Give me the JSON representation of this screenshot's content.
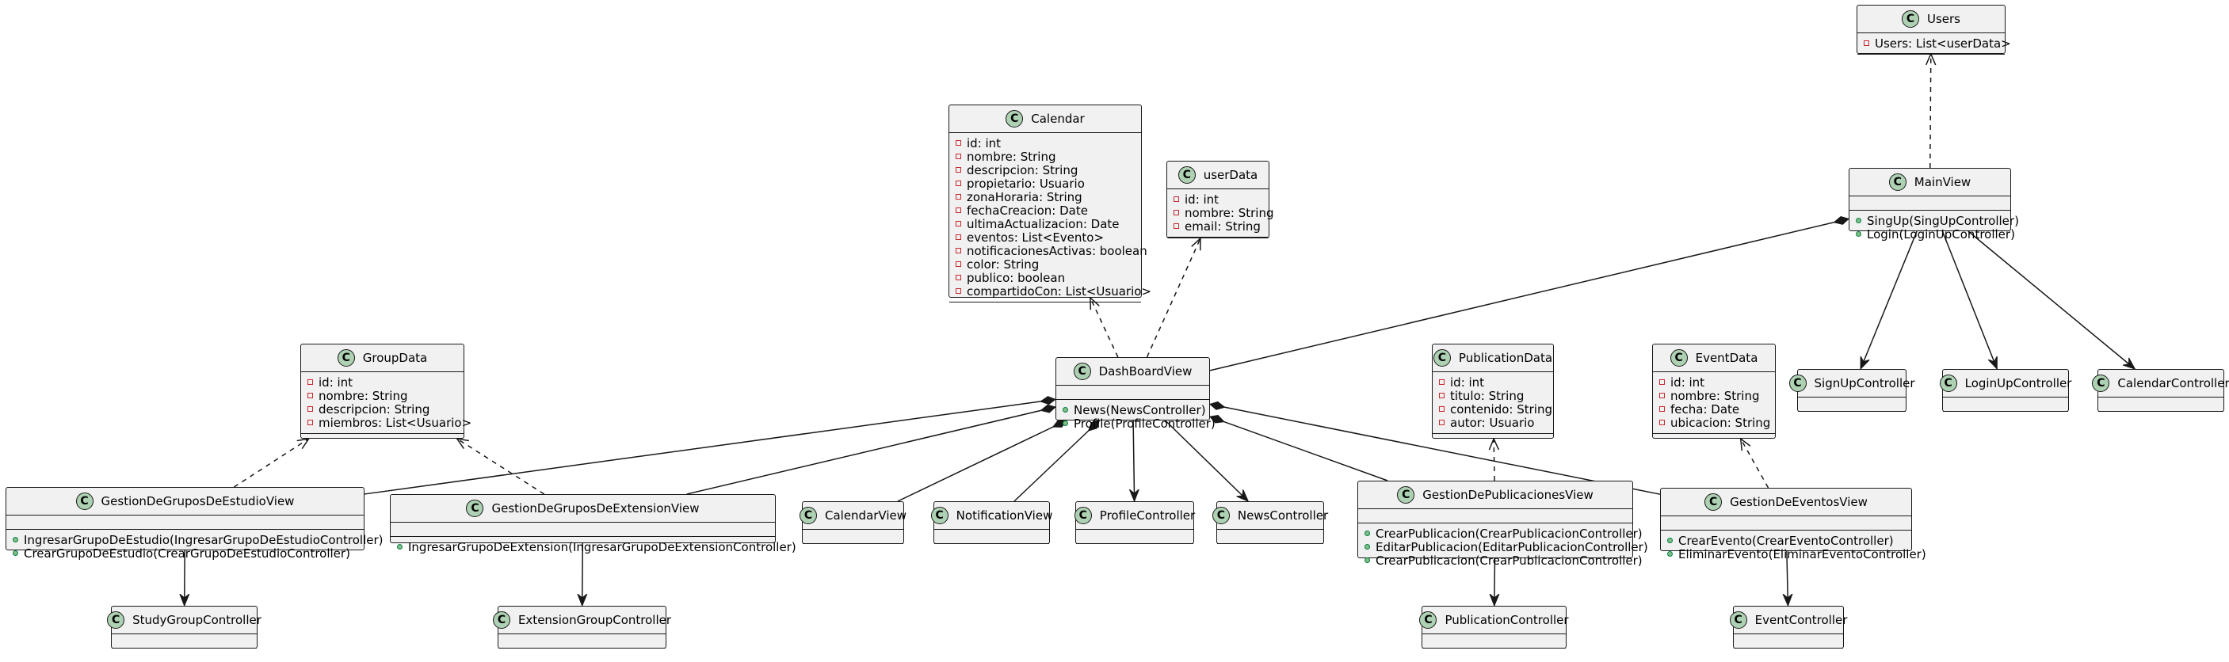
{
  "classes": [
    {
      "id": "Users",
      "badge": "C",
      "name": "Users",
      "fields": [
        {
          "vis": "private",
          "text": "Users: List<userData>"
        }
      ],
      "methods": []
    },
    {
      "id": "MainView",
      "badge": "C",
      "name": "MainView",
      "fields": [],
      "methods": [
        {
          "vis": "public",
          "text": "SingUp(SingUpController)"
        },
        {
          "vis": "public",
          "text": "Login(LoginUpController)"
        }
      ]
    },
    {
      "id": "Calendar",
      "badge": "C",
      "name": "Calendar",
      "fields": [
        {
          "vis": "private",
          "text": "id: int"
        },
        {
          "vis": "private",
          "text": "nombre: String"
        },
        {
          "vis": "private",
          "text": "descripcion: String"
        },
        {
          "vis": "private",
          "text": "propietario: Usuario"
        },
        {
          "vis": "private",
          "text": "zonaHoraria: String"
        },
        {
          "vis": "private",
          "text": "fechaCreacion: Date"
        },
        {
          "vis": "private",
          "text": "ultimaActualizacion: Date"
        },
        {
          "vis": "private",
          "text": "eventos: List<Evento>"
        },
        {
          "vis": "private",
          "text": "notificacionesActivas: boolean"
        },
        {
          "vis": "private",
          "text": "color: String"
        },
        {
          "vis": "private",
          "text": "publico: boolean"
        },
        {
          "vis": "private",
          "text": "compartidoCon: List<Usuario>"
        }
      ],
      "methods": []
    },
    {
      "id": "userData",
      "badge": "C",
      "name": "userData",
      "fields": [
        {
          "vis": "private",
          "text": "id: int"
        },
        {
          "vis": "private",
          "text": "nombre: String"
        },
        {
          "vis": "private",
          "text": "email: String"
        }
      ],
      "methods": []
    },
    {
      "id": "GroupData",
      "badge": "C",
      "name": "GroupData",
      "fields": [
        {
          "vis": "private",
          "text": "id: int"
        },
        {
          "vis": "private",
          "text": "nombre: String"
        },
        {
          "vis": "private",
          "text": "descripcion: String"
        },
        {
          "vis": "private",
          "text": "miembros: List<Usuario>"
        }
      ],
      "methods": []
    },
    {
      "id": "DashBoardView",
      "badge": "C",
      "name": "DashBoardView",
      "fields": [],
      "methods": [
        {
          "vis": "public",
          "text": "News(NewsController)"
        },
        {
          "vis": "public",
          "text": "Profile(ProfileController)"
        }
      ]
    },
    {
      "id": "PublicationData",
      "badge": "C",
      "name": "PublicationData",
      "fields": [
        {
          "vis": "private",
          "text": "id: int"
        },
        {
          "vis": "private",
          "text": "titulo: String"
        },
        {
          "vis": "private",
          "text": "contenido: String"
        },
        {
          "vis": "private",
          "text": "autor: Usuario"
        }
      ],
      "methods": []
    },
    {
      "id": "EventData",
      "badge": "C",
      "name": "EventData",
      "fields": [
        {
          "vis": "private",
          "text": "id: int"
        },
        {
          "vis": "private",
          "text": "nombre: String"
        },
        {
          "vis": "private",
          "text": "fecha: Date"
        },
        {
          "vis": "private",
          "text": "ubicacion: String"
        }
      ],
      "methods": []
    },
    {
      "id": "SignUpController",
      "badge": "C",
      "name": "SignUpController",
      "fields": [],
      "methods": []
    },
    {
      "id": "LoginUpController",
      "badge": "C",
      "name": "LoginUpController",
      "fields": [],
      "methods": []
    },
    {
      "id": "CalendarController",
      "badge": "C",
      "name": "CalendarController",
      "fields": [],
      "methods": []
    },
    {
      "id": "GestionDeGruposDeEstudioView",
      "badge": "C",
      "name": "GestionDeGruposDeEstudioView",
      "fields": [],
      "methods": [
        {
          "vis": "public",
          "text": "IngresarGrupoDeEstudio(IngresarGrupoDeEstudioController)"
        },
        {
          "vis": "public",
          "text": "CrearGrupoDeEstudio(CrearGrupoDeEstudioController)"
        }
      ]
    },
    {
      "id": "GestionDeGruposDeExtensionView",
      "badge": "C",
      "name": "GestionDeGruposDeExtensionView",
      "fields": [],
      "methods": [
        {
          "vis": "public",
          "text": "IngresarGrupoDeExtension(IngresarGrupoDeExtensionController)"
        }
      ]
    },
    {
      "id": "CalendarView",
      "badge": "C",
      "name": "CalendarView",
      "fields": [],
      "methods": []
    },
    {
      "id": "NotificationView",
      "badge": "C",
      "name": "NotificationView",
      "fields": [],
      "methods": []
    },
    {
      "id": "ProfileController",
      "badge": "C",
      "name": "ProfileController",
      "fields": [],
      "methods": []
    },
    {
      "id": "NewsController",
      "badge": "C",
      "name": "NewsController",
      "fields": [],
      "methods": []
    },
    {
      "id": "GestionDePublicacionesView",
      "badge": "C",
      "name": "GestionDePublicacionesView",
      "fields": [],
      "methods": [
        {
          "vis": "public",
          "text": "CrearPublicacion(CrearPublicacionController)"
        },
        {
          "vis": "public",
          "text": "EditarPublicacion(EditarPublicacionController)"
        },
        {
          "vis": "public",
          "text": "CrearPublicacion(CrearPublicacionController)"
        }
      ]
    },
    {
      "id": "GestionDeEventosView",
      "badge": "C",
      "name": "GestionDeEventosView",
      "fields": [],
      "methods": [
        {
          "vis": "public",
          "text": "CrearEvento(CrearEventoController)"
        },
        {
          "vis": "public",
          "text": "EliminarEvento(EliminarEventoController)"
        }
      ]
    },
    {
      "id": "StudyGroupController",
      "badge": "C",
      "name": "StudyGroupController",
      "fields": [],
      "methods": []
    },
    {
      "id": "ExtensionGroupController",
      "badge": "C",
      "name": "ExtensionGroupController",
      "fields": [],
      "methods": []
    },
    {
      "id": "PublicationController",
      "badge": "C",
      "name": "PublicationController",
      "fields": [],
      "methods": []
    },
    {
      "id": "EventController",
      "badge": "C",
      "name": "EventController",
      "fields": [],
      "methods": []
    }
  ],
  "relations": [
    {
      "from": "MainView",
      "to": "Users",
      "type": "dependency"
    },
    {
      "from": "MainView",
      "to": "DashBoardView",
      "type": "composition"
    },
    {
      "from": "MainView",
      "to": "SignUpController",
      "type": "association"
    },
    {
      "from": "MainView",
      "to": "LoginUpController",
      "type": "association"
    },
    {
      "from": "MainView",
      "to": "CalendarController",
      "type": "association"
    },
    {
      "from": "DashBoardView",
      "to": "Calendar",
      "type": "dependency"
    },
    {
      "from": "DashBoardView",
      "to": "userData",
      "type": "dependency"
    },
    {
      "from": "DashBoardView",
      "to": "GestionDeGruposDeEstudioView",
      "type": "composition"
    },
    {
      "from": "DashBoardView",
      "to": "GestionDeGruposDeExtensionView",
      "type": "composition"
    },
    {
      "from": "DashBoardView",
      "to": "CalendarView",
      "type": "composition"
    },
    {
      "from": "DashBoardView",
      "to": "NotificationView",
      "type": "composition"
    },
    {
      "from": "DashBoardView",
      "to": "ProfileController",
      "type": "association"
    },
    {
      "from": "DashBoardView",
      "to": "NewsController",
      "type": "association"
    },
    {
      "from": "DashBoardView",
      "to": "GestionDePublicacionesView",
      "type": "composition"
    },
    {
      "from": "DashBoardView",
      "to": "GestionDeEventosView",
      "type": "composition"
    },
    {
      "from": "GestionDeGruposDeEstudioView",
      "to": "GroupData",
      "type": "dependency"
    },
    {
      "from": "GestionDeGruposDeExtensionView",
      "to": "GroupData",
      "type": "dependency"
    },
    {
      "from": "GestionDePublicacionesView",
      "to": "PublicationData",
      "type": "dependency"
    },
    {
      "from": "GestionDeEventosView",
      "to": "EventData",
      "type": "dependency"
    },
    {
      "from": "GestionDeGruposDeEstudioView",
      "to": "StudyGroupController",
      "type": "association"
    },
    {
      "from": "GestionDeGruposDeExtensionView",
      "to": "ExtensionGroupController",
      "type": "association"
    },
    {
      "from": "GestionDePublicacionesView",
      "to": "PublicationController",
      "type": "association"
    },
    {
      "from": "GestionDeEventosView",
      "to": "EventController",
      "type": "association"
    }
  ]
}
